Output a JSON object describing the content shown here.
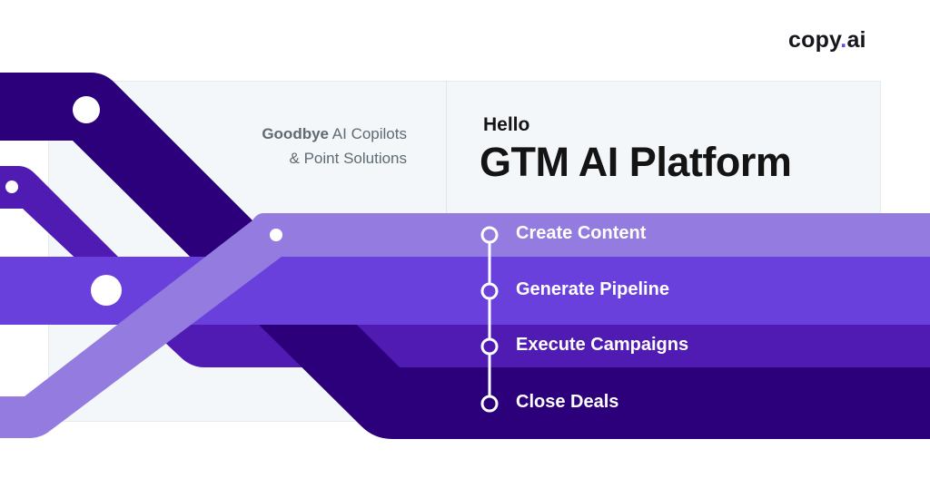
{
  "brand": {
    "logo_prefix": "copy",
    "logo_dot": ".",
    "logo_suffix": "ai"
  },
  "left_message": {
    "bold": "Goodbye",
    "line1_rest": " AI Copilots",
    "line2": "& Point Solutions"
  },
  "right_message": {
    "hello": "Hello",
    "headline": "GTM AI Platform"
  },
  "steps": [
    {
      "label": "Create Content"
    },
    {
      "label": "Generate Pipeline"
    },
    {
      "label": "Execute Campaigns"
    },
    {
      "label": "Close Deals"
    }
  ],
  "colors": {
    "band_dark": "#2b007a",
    "band_medium": "#4f1bb3",
    "band_bright": "#6940dc",
    "band_light": "#937be0",
    "panel_bg": "#f4f7f9",
    "logo_dot": "#6d48e6"
  }
}
